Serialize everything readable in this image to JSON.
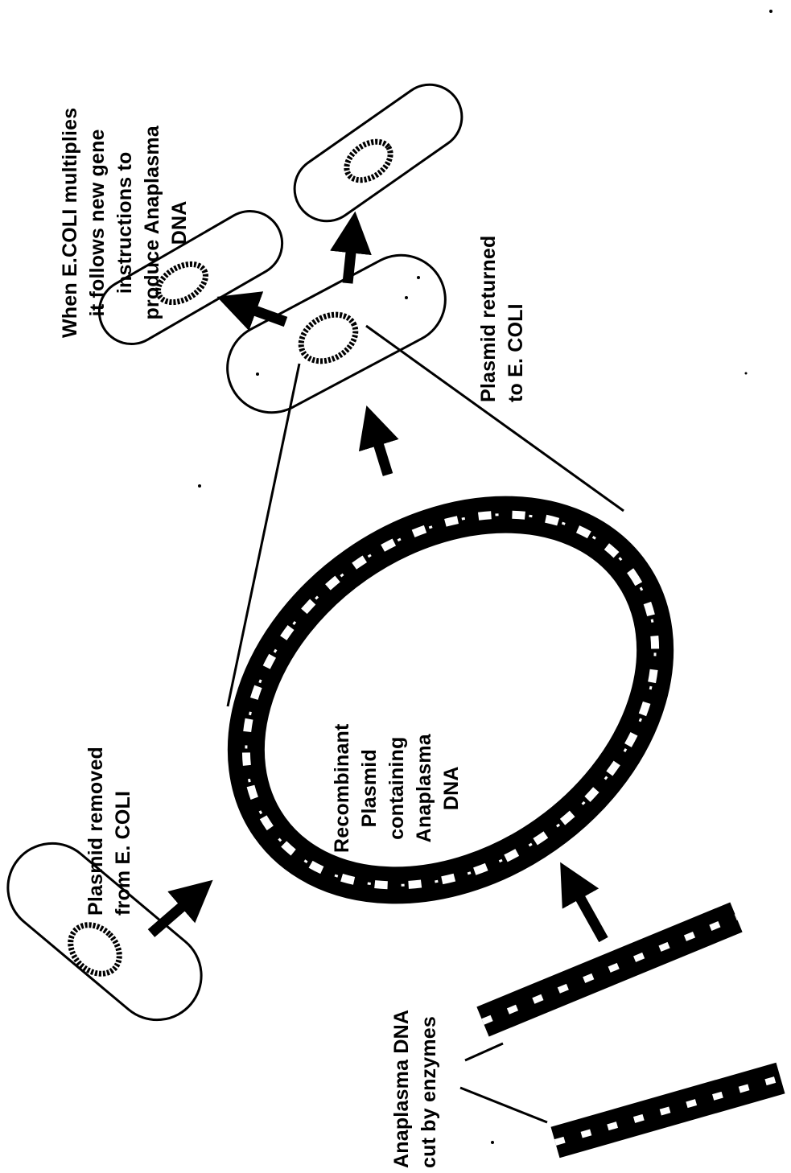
{
  "labels": {
    "plasmid_removed": [
      "Plasmid removed",
      "from E. COLI"
    ],
    "anaplasma_dna_cut": [
      "Anaplasma DNA",
      "cut by enzymes"
    ],
    "recombinant": [
      "Recombinant",
      "Plasmid",
      "containing",
      "Anaplasma",
      "DNA"
    ],
    "plasmid_returned": [
      "Plasmid returned",
      "to E. COLI"
    ],
    "ecoli_multiplies": [
      "When E.COLI multiplies",
      "it follows new gene",
      "instructions to",
      "produce Anaplasma",
      "DNA"
    ]
  },
  "colors": {
    "ink": "#000000",
    "background": "#ffffff"
  }
}
